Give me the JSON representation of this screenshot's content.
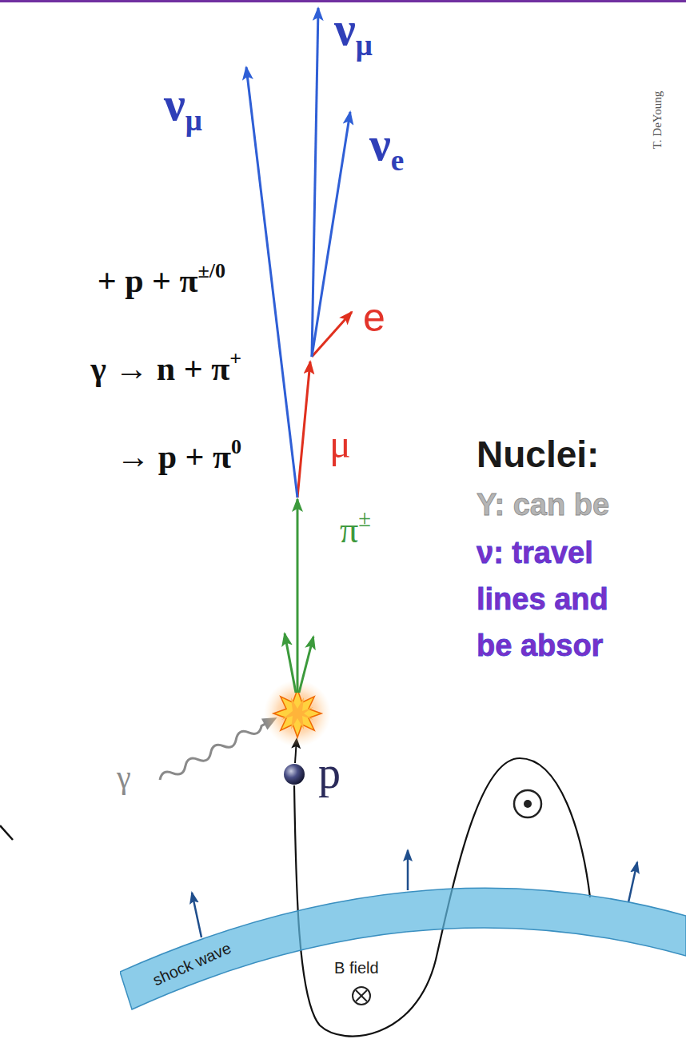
{
  "diagram": {
    "nodes": [
      {
        "text": [
          "shock wave"
        ]
      }
    ],
    "labels": [
      "+ p + π±/0",
      "γ → n + π+",
      "→ p + π0",
      "νμ",
      "νμ",
      "νe",
      "e",
      "μ",
      "π±",
      "γ",
      "p",
      "B field",
      "T. DeYoung",
      "Nuclei:",
      "Y: can be",
      "ν: travel",
      "lines and",
      "be absor"
    ]
  }
}
